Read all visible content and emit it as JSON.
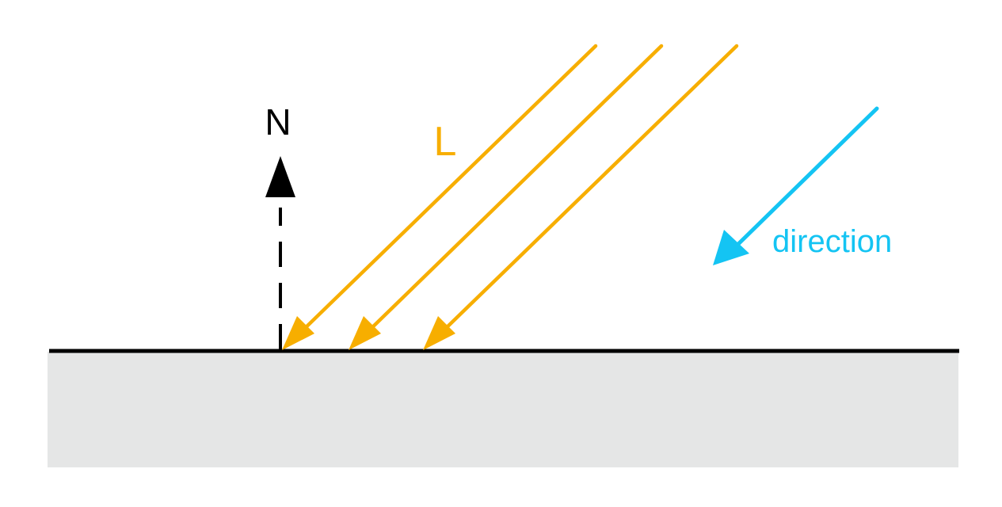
{
  "labels": {
    "normal": "N",
    "light": "L",
    "direction": "direction"
  },
  "colors": {
    "light": "#F7AE00",
    "direction": "#14C4F3",
    "normal": "#000000",
    "surface_fill": "#E5E6E6",
    "surface_line": "#000000",
    "background": "#FFFFFF"
  }
}
